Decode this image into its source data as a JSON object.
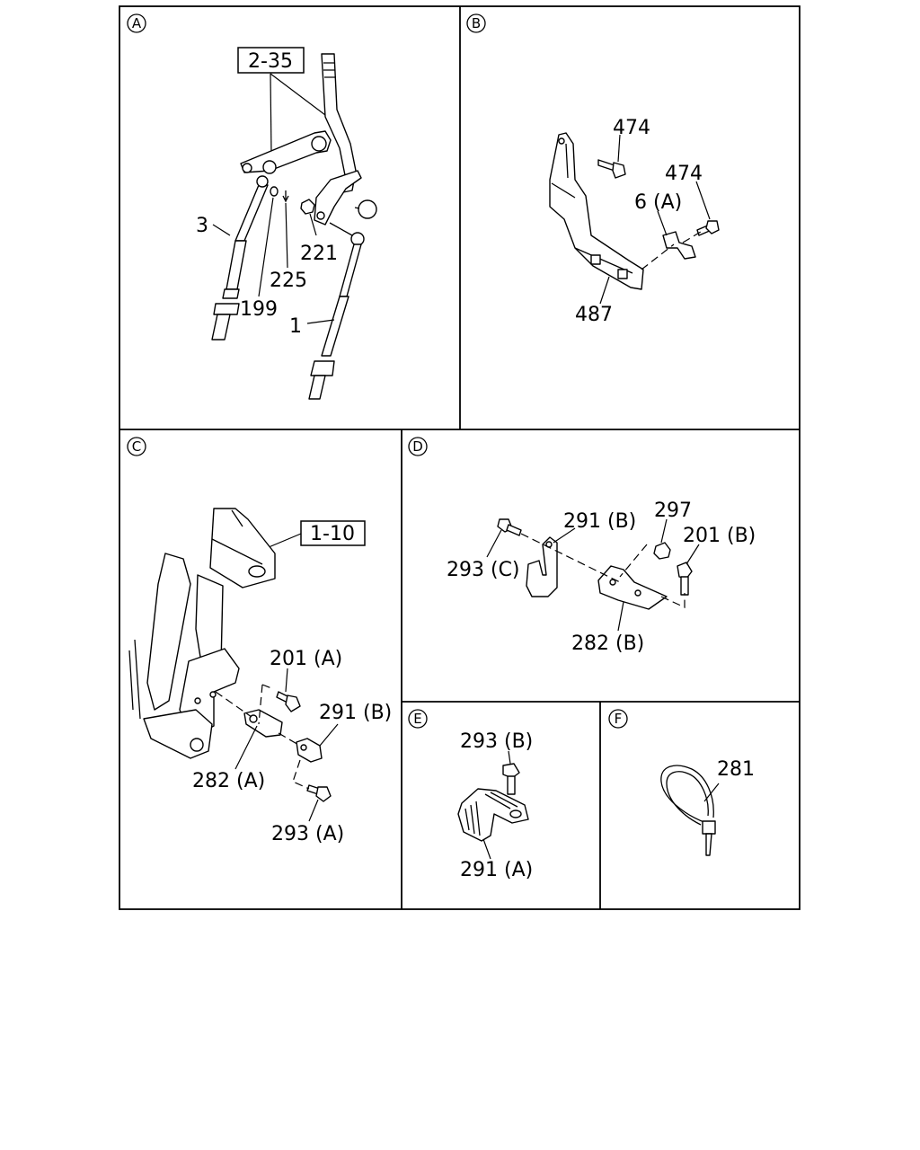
{
  "panels": {
    "A": {
      "badge": "A",
      "ref_box": "2-35",
      "labels": {
        "p3": "3",
        "p199": "199",
        "p225": "225",
        "p221": "221",
        "p1": "1"
      }
    },
    "B": {
      "badge": "B",
      "labels": {
        "p474_top": "474",
        "p474_right": "474",
        "p6a": "6 (A)",
        "p487": "487"
      }
    },
    "C": {
      "badge": "C",
      "ref_box": "1-10",
      "labels": {
        "p201a": "201 (A)",
        "p291b": "291 (B)",
        "p282a": "282 (A)",
        "p293a": "293 (A)"
      }
    },
    "D": {
      "badge": "D",
      "labels": {
        "p291b": "291 (B)",
        "p297": "297",
        "p201b": "201 (B)",
        "p293c": "293 (C)",
        "p282b": "282 (B)"
      }
    },
    "E": {
      "badge": "E",
      "labels": {
        "p293b": "293 (B)",
        "p291a": "291 (A)"
      }
    },
    "F": {
      "badge": "F",
      "labels": {
        "p281": "281"
      }
    }
  }
}
